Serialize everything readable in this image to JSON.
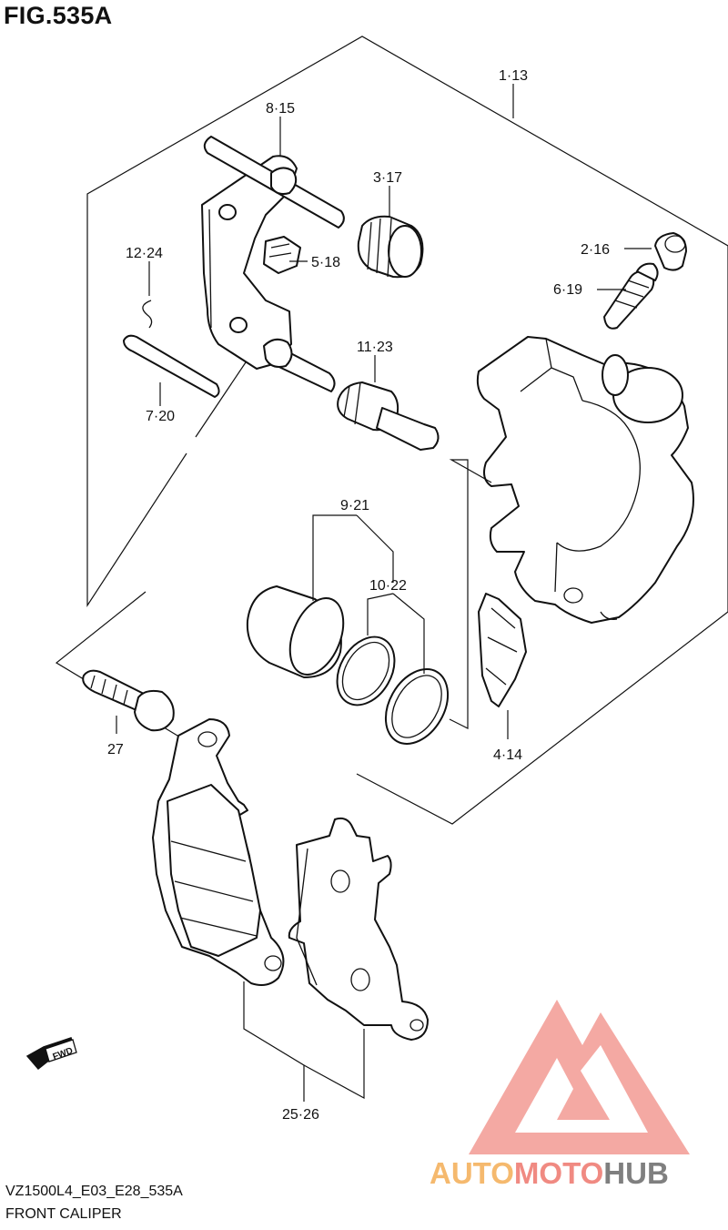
{
  "figure": {
    "title": "FIG.535A"
  },
  "callouts": {
    "c1": "1·13",
    "c8": "8·15",
    "c3": "3·17",
    "c5": "5·18",
    "c12": "12·24",
    "c2": "2·16",
    "c6": "6·19",
    "c11": "11·23",
    "c7": "7·20",
    "c9": "9·21",
    "c10": "10·22",
    "c4": "4·14",
    "c27": "27",
    "c25": "25·26"
  },
  "direction_marker": "FWD",
  "watermark": {
    "part1": "AUTO",
    "part2": "MOTO",
    "part3": "HUB",
    "colors": {
      "auto": "#f5b96e",
      "moto": "#f08a82",
      "hub": "#7f7f7f",
      "logo": "#f29a93"
    }
  },
  "footer": {
    "code": "VZ1500L4_E03_E28_535A",
    "name": "FRONT CALIPER"
  }
}
